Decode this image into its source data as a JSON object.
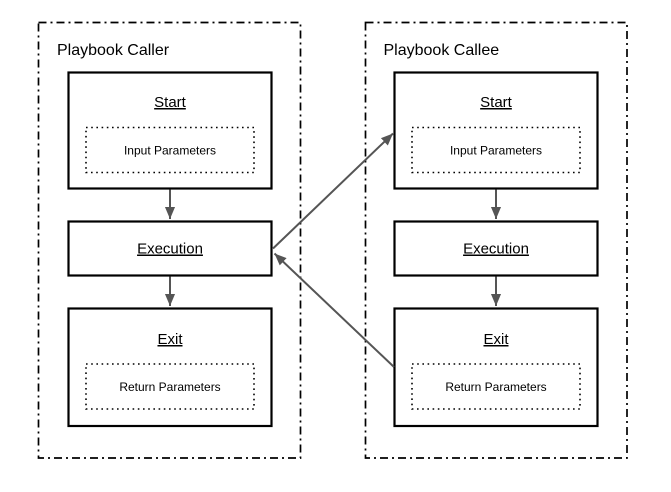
{
  "diagram": {
    "type": "flowchart",
    "colors": {
      "background": "#ffffff",
      "node_border": "#000000",
      "text": "#000000",
      "arrow": "#555555"
    },
    "groups": [
      {
        "title": "Playbook Caller",
        "border_style": "dash-dot",
        "nodes": [
          {
            "label": "Start",
            "sublabel": "Input Parameters"
          },
          {
            "label": "Execution"
          },
          {
            "label": "Exit",
            "sublabel": "Return Parameters"
          }
        ]
      },
      {
        "title": "Playbook Callee",
        "border_style": "dash-dot",
        "nodes": [
          {
            "label": "Start",
            "sublabel": "Input Parameters"
          },
          {
            "label": "Execution"
          },
          {
            "label": "Exit",
            "sublabel": "Return Parameters"
          }
        ]
      }
    ],
    "connections": [
      {
        "from": "caller-start",
        "to": "caller-execution"
      },
      {
        "from": "caller-execution",
        "to": "caller-exit"
      },
      {
        "from": "callee-start",
        "to": "callee-execution"
      },
      {
        "from": "callee-execution",
        "to": "callee-exit"
      },
      {
        "from": "caller-execution",
        "to": "callee-start"
      },
      {
        "from": "callee-exit",
        "to": "caller-execution"
      }
    ]
  }
}
